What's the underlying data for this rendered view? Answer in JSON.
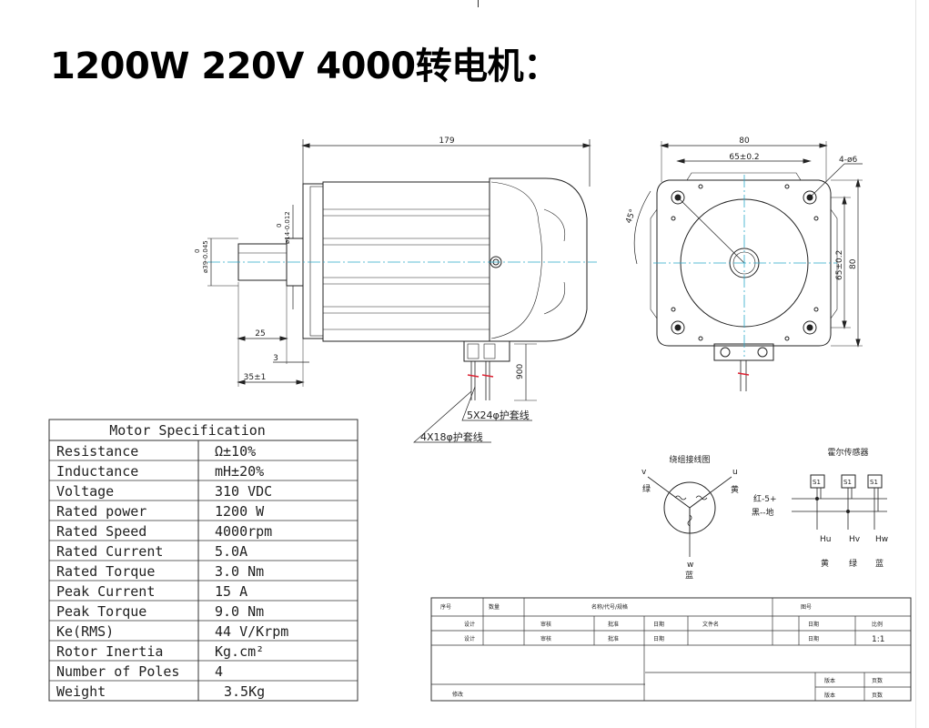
{
  "title": "1200W 220V 4000转电机：",
  "side_view": {
    "length": "179",
    "shaft_dia": "ø14-0.012",
    "shaft_dia_sup": "0",
    "flange_dia": "ø39-0.045",
    "flange_dia_sup": "0",
    "shaft_len": "25",
    "step": "3",
    "boss": "35±1",
    "lead_len": "900",
    "sheath_a": "5X24φ护套线",
    "sheath_b": "4X18φ护套线"
  },
  "front_view": {
    "width": "80",
    "bolt_spacing_h": "65±0.2",
    "holes": "4-ø6",
    "angle": "45°",
    "bolt_spacing_v": "65±0.2",
    "height": "80"
  },
  "spec_table": {
    "header": "Motor Specification",
    "rows": [
      {
        "label": "Resistance",
        "value": "Ω±10%"
      },
      {
        "label": "Inductance",
        "value": "mH±20%"
      },
      {
        "label": "Voltage",
        "value": "310 VDC"
      },
      {
        "label": "Rated power",
        "value": "1200 W"
      },
      {
        "label": "Rated Speed",
        "value": "4000rpm"
      },
      {
        "label": "Rated Current",
        "value": "5.0A"
      },
      {
        "label": "Rated Torque",
        "value": "3.0 Nm"
      },
      {
        "label": "Peak Current",
        "value": "15 A"
      },
      {
        "label": "Peak Torque",
        "value": "9.0 Nm"
      },
      {
        "label": "Ke(RMS)",
        "value": "44 V/Krpm"
      },
      {
        "label": "Rotor Inertia",
        "value": "Kg.cm²"
      },
      {
        "label": "Number of Poles",
        "value": "4"
      },
      {
        "label": "Weight",
        "value": "3.5Kg"
      }
    ]
  },
  "winding": {
    "title": "绕组接线图",
    "v": "v",
    "v_color": "绿",
    "u": "u",
    "u_color": "黄",
    "w": "w",
    "w_color": "蓝"
  },
  "hall": {
    "title": "霍尔传感器",
    "sensor": "S1",
    "plus": "红-5+",
    "ground": "黑--地",
    "hu": "Hu",
    "hv": "Hv",
    "hw": "Hw",
    "hu_color": "黄",
    "hv_color": "绿",
    "hw_color": "蓝"
  },
  "title_block": {
    "c1": "序号",
    "c2": "数量",
    "c3": "名称/代号/规格",
    "c4": "图号",
    "d1": "设计",
    "d2": "审核",
    "d3": "批准",
    "d4": "日期",
    "d5": "文件名",
    "d6": "日期",
    "d7": "比例",
    "e1": "设计",
    "e2": "审核",
    "e3": "批准",
    "e4": "日期",
    "e5": "日期",
    "ratio": "1:1",
    "f1": "版本",
    "f2": "页数",
    "g1": "修改",
    "g2": "版本",
    "g3": "页数"
  }
}
